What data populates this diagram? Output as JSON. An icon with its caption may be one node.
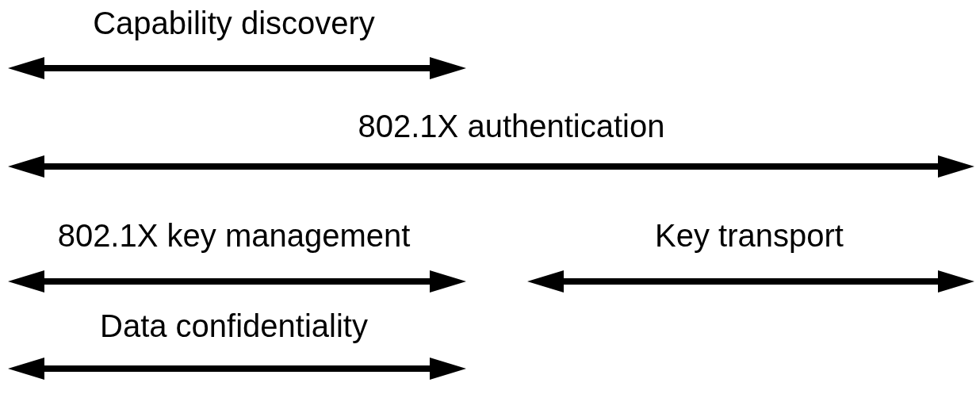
{
  "diagram": {
    "labels": [
      "Capability discovery",
      "802.1X authentication",
      "802.1X key management",
      "Key transport",
      "Data confidentiality"
    ]
  }
}
